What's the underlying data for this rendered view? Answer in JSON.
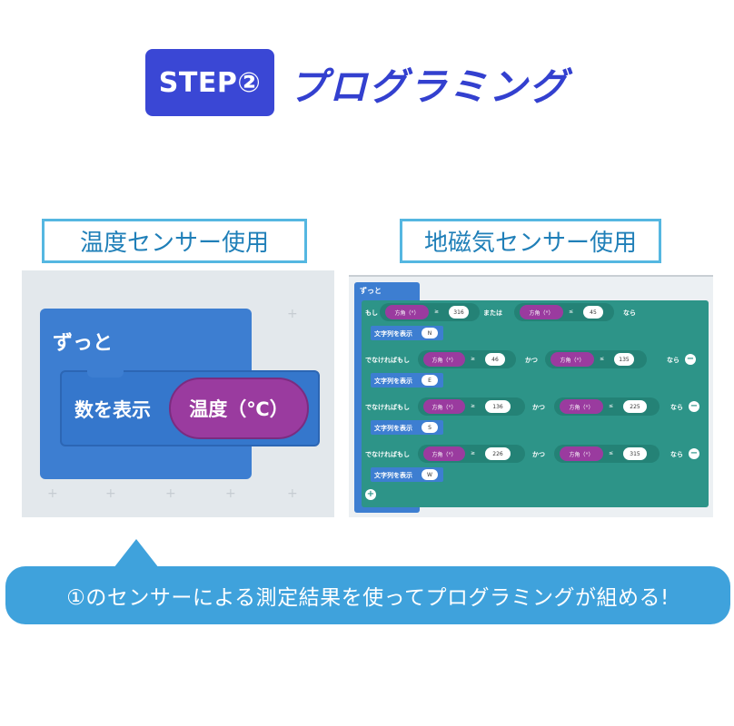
{
  "header": {
    "step": "STEP②",
    "title": "プログラミング",
    "badge_color": "#3a47d5",
    "title_color": "#3340cf"
  },
  "left_panel": {
    "label": "温度センサー使用",
    "forever_label": "ずっと",
    "show_number_label": "数を表示",
    "temperature_label": "温度（℃）"
  },
  "right_panel": {
    "label": "地磁気センサー使用",
    "forever_label": "ずっと",
    "if_label": "もし",
    "else_if_label": "でなければもし",
    "or_label": "または",
    "and_label": "かつ",
    "then_label": "なら",
    "show_string_label": "文字列を表示",
    "heading_label": "方角（°）",
    "op_ge": "≥",
    "op_le": "≤",
    "branches": [
      {
        "v1": "316",
        "v2": "45",
        "str": "N"
      },
      {
        "v1": "46",
        "v2": "135",
        "str": "E"
      },
      {
        "v1": "136",
        "v2": "225",
        "str": "S"
      },
      {
        "v1": "226",
        "v2": "315",
        "str": "W"
      }
    ]
  },
  "banner": {
    "text": "①のセンサーによる測定結果を使ってプログラミングが組める!",
    "color": "#3fa2dc"
  }
}
